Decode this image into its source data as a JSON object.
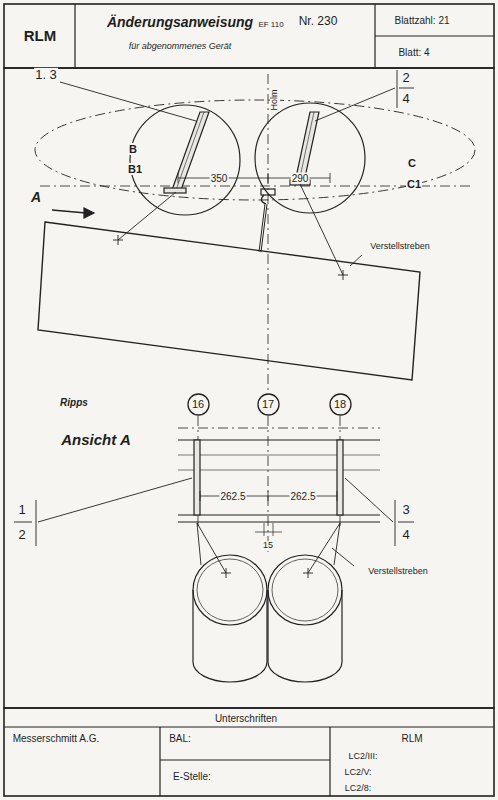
{
  "diagram": {
    "title": "Änderungsanweisung",
    "nodes": [
      {
        "text": [
          "16"
        ]
      },
      {
        "text": [
          "17"
        ]
      },
      {
        "text": [
          "18"
        ]
      }
    ],
    "labels": [
      "RLM",
      "EF 110",
      "Nr. 230",
      "Blattzahl: 21",
      "Blatt: 4",
      "für abgenommenes Gerät",
      "1. 3",
      "B",
      "B1",
      "350",
      "290",
      "Holm",
      "2",
      "4",
      "C",
      "C1",
      "A",
      "Verstellstreben",
      "Ripps",
      "Ansicht A",
      "1",
      "2",
      "262.5",
      "262.5",
      "15",
      "3",
      "4",
      "Verstellstreben",
      "Unterschriften",
      "Messerschmitt A.G.",
      "BAL:",
      "E-Stelle:",
      "RLM",
      "LC2/III:",
      "LC2/V:",
      "LC2/8:"
    ]
  }
}
